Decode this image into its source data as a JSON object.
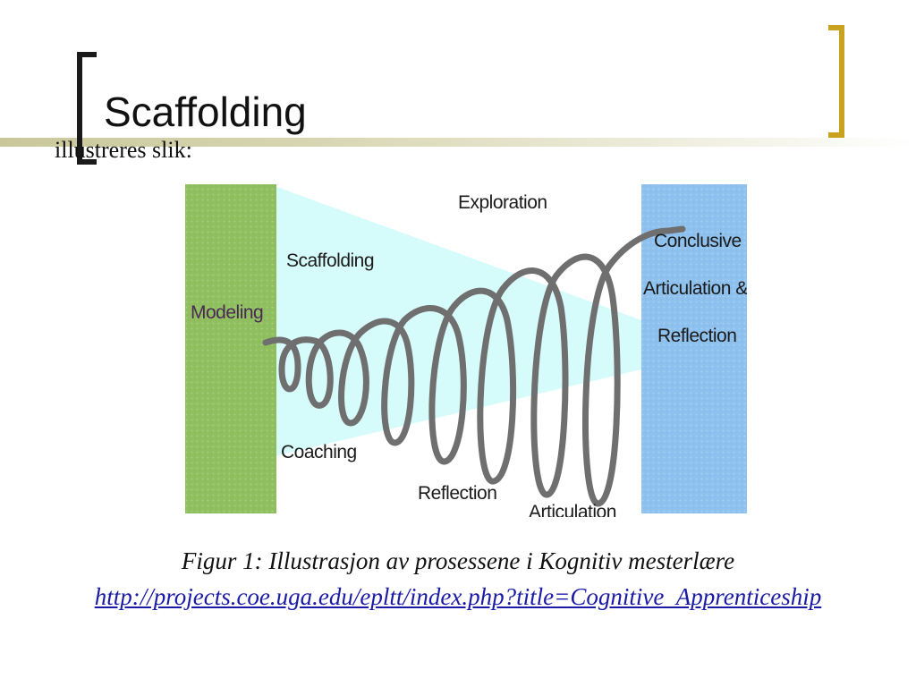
{
  "slide": {
    "title": "Scaffolding",
    "subtitle": "illustreres slik:"
  },
  "diagram": {
    "labels": {
      "modeling": "Modeling",
      "scaffolding": "Scaffolding",
      "exploration": "Exploration",
      "conclusive_line1": "Conclusive",
      "conclusive_line2": "Articulation &",
      "conclusive_line3": "Reflection",
      "coaching": "Coaching",
      "reflection": "Reflection",
      "articulation": "Articulation"
    },
    "colors": {
      "modeling_panel": "#8fbf5e",
      "reflection_panel": "#8ec1ee",
      "cone": "#d6fbfb",
      "spiral": "#6f6f6f",
      "modeling_text": "#4a2a55"
    }
  },
  "caption": {
    "figure_text": "Figur 1: Illustrasjon av prosessene i Kognitiv mesterlære",
    "link_text": "http://projects.coe.uga.edu/epltt/index.php?title=Cognitive_Apprenticeship"
  },
  "colors": {
    "accent_bracket": "#c9a320",
    "dark_bracket": "#1a1a1a",
    "link": "#1a1aa6"
  }
}
